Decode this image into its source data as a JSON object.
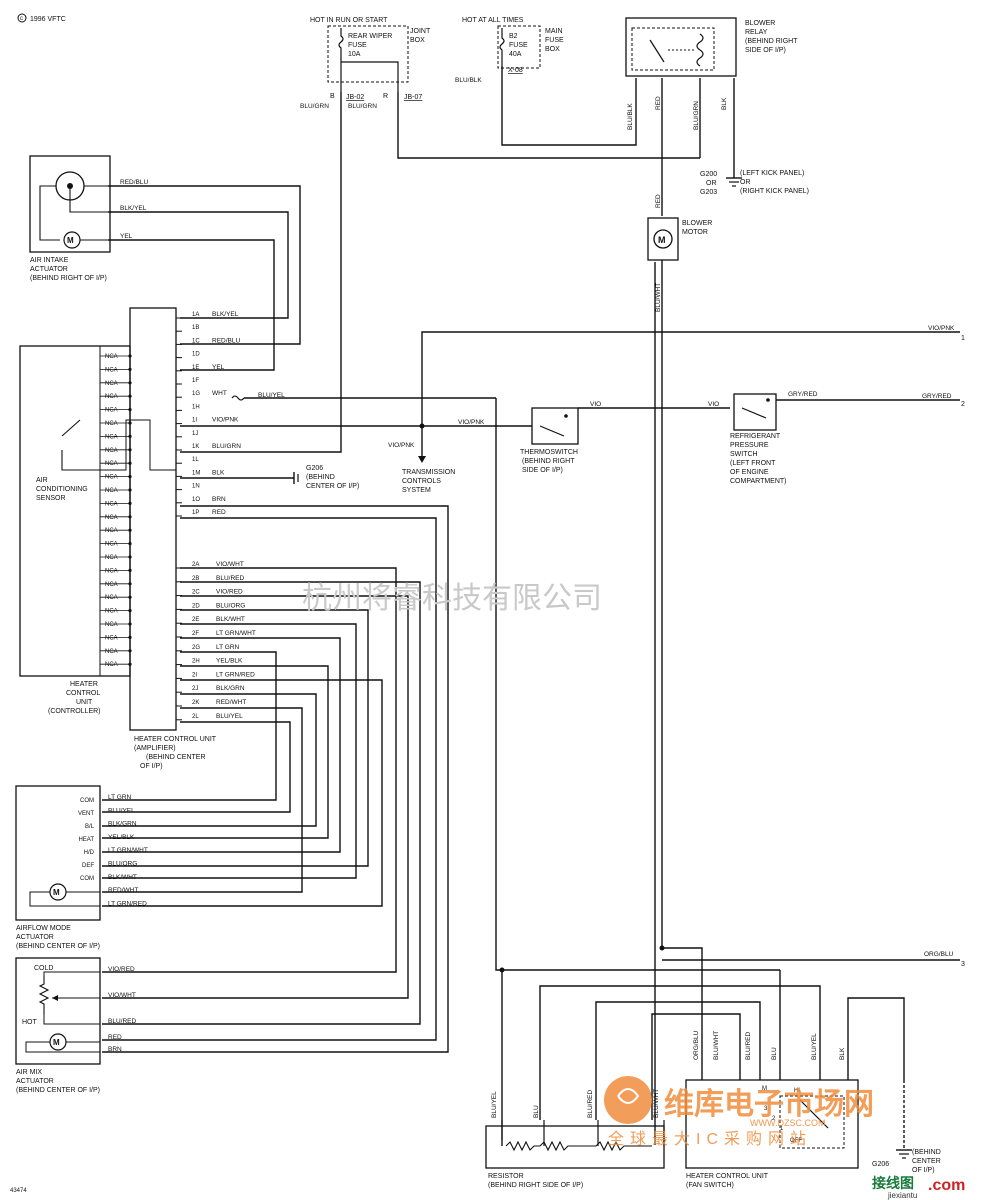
{
  "copyright": "1996 VFTC",
  "watermarks": {
    "company_cn": "杭州将睿科技有限公司",
    "logo_cn": "维库电子市场网",
    "logo_sub_cn": "全球最大IC采购网站",
    "logo_url": "WWW.DZSC.COM",
    "corner": "接线图",
    "corner_domain": "jiexiantu",
    "corner_com": ".com"
  },
  "joint_box": {
    "hot_label": "HOT IN RUN OR START",
    "fuse_lines": [
      "REAR WIPER",
      "FUSE",
      "10A"
    ],
    "box_lines": [
      "JOINT",
      "BOX"
    ],
    "pin_b": "B",
    "pin_r": "R",
    "conn_left": "JB-02",
    "conn_right": "JB-07",
    "wire_left": "BLU/GRN",
    "wire_right": "BLU/GRN"
  },
  "main_fuse_box": {
    "hot_label": "HOT AT ALL TIMES",
    "fuse_lines": [
      "B2",
      "FUSE",
      "40A"
    ],
    "box_lines": [
      "MAIN",
      "FUSE",
      "BOX"
    ],
    "conn": "X-08",
    "wire": "BLU/BLK"
  },
  "blower_relay": {
    "lines": [
      "BLOWER",
      "RELAY",
      "(BEHIND RIGHT",
      "SIDE OF I/P)"
    ],
    "wires": [
      "BLU/BLK",
      "RED",
      "BLU/GRN",
      "BLK"
    ]
  },
  "grounds_top": {
    "lines": [
      "G200",
      "OR",
      "G203"
    ],
    "desc": [
      "(LEFT KICK PANEL)",
      "OR",
      "(RIGHT KICK PANEL)"
    ]
  },
  "blower_motor": {
    "lines": [
      "BLOWER",
      "MOTOR"
    ],
    "wire_in": "RED",
    "wire_out": "BLU/WHT"
  },
  "air_intake": {
    "lines": [
      "AIR INTAKE",
      "ACTUATOR",
      "(BEHIND RIGHT OF I/P)"
    ],
    "wires": [
      "RED/BLU",
      "BLK/YEL",
      "YEL"
    ]
  },
  "ac_sensor": {
    "lines": [
      "AIR",
      "CONDITIONING",
      "SENSOR"
    ],
    "nca_label": "NCA"
  },
  "heater_unit_left": {
    "lines": [
      "HEATER",
      "CONTROL",
      "UNIT",
      "(CONTROLLER)"
    ]
  },
  "heater_amplifier": {
    "lines": [
      "HEATER CONTROL UNIT",
      "(AMPLIFIER)",
      "(BEHIND CENTER",
      "OF I/P)"
    ]
  },
  "connector1": [
    {
      "pin": "1A",
      "wire": "BLK/YEL"
    },
    {
      "pin": "1B",
      "wire": ""
    },
    {
      "pin": "1C",
      "wire": "RED/BLU"
    },
    {
      "pin": "1D",
      "wire": ""
    },
    {
      "pin": "1E",
      "wire": "YEL"
    },
    {
      "pin": "1F",
      "wire": ""
    },
    {
      "pin": "1G",
      "wire": "WHT"
    },
    {
      "pin": "1H",
      "wire": ""
    },
    {
      "pin": "1I",
      "wire": "VIO/PNK"
    },
    {
      "pin": "1J",
      "wire": ""
    },
    {
      "pin": "1K",
      "wire": "BLU/GRN"
    },
    {
      "pin": "1L",
      "wire": ""
    },
    {
      "pin": "1M",
      "wire": "BLK"
    },
    {
      "pin": "1N",
      "wire": ""
    },
    {
      "pin": "1O",
      "wire": "BRN"
    },
    {
      "pin": "1P",
      "wire": "RED"
    }
  ],
  "connector2": [
    {
      "pin": "2A",
      "wire": "VIO/WHT"
    },
    {
      "pin": "2B",
      "wire": "BLU/RED"
    },
    {
      "pin": "2C",
      "wire": "VIO/RED"
    },
    {
      "pin": "2D",
      "wire": "BLU/ORG"
    },
    {
      "pin": "2E",
      "wire": "BLK/WHT"
    },
    {
      "pin": "2F",
      "wire": "LT GRN/WHT"
    },
    {
      "pin": "2G",
      "wire": "LT GRN"
    },
    {
      "pin": "2H",
      "wire": "YEL/BLK"
    },
    {
      "pin": "2I",
      "wire": "LT GRN/RED"
    },
    {
      "pin": "2J",
      "wire": "BLK/GRN"
    },
    {
      "pin": "2K",
      "wire": "RED/WHT"
    },
    {
      "pin": "2L",
      "wire": "BLU/YEL"
    }
  ],
  "splice_1g": "BLU/YEL",
  "g206_mid": {
    "name": "G206",
    "desc": [
      "(BEHIND",
      "CENTER OF I/P)"
    ]
  },
  "transmission": {
    "wire": "VIO/PNK",
    "lines": [
      "TRANSMISSION",
      "CONTROLS",
      "SYSTEM"
    ]
  },
  "vio_pnk_mid": "VIO/PNK",
  "thermoswitch": {
    "lines": [
      "THERMOSWITCH",
      "(BEHIND RIGHT",
      "SIDE OF I/P)"
    ],
    "wire": "VIO"
  },
  "refrigerant": {
    "lines": [
      "REFRIGERANT",
      "PRESSURE",
      "SWITCH",
      "(LEFT FRONT",
      "OF ENGINE",
      "COMPARTMENT)"
    ],
    "wire_in": "VIO",
    "wire_out": "GRY/RED"
  },
  "right_exits": [
    {
      "wire": "VIO/PNK",
      "num": "1"
    },
    {
      "wire": "GRY/RED",
      "num": "2"
    },
    {
      "wire": "ORG/BLU",
      "num": "3"
    }
  ],
  "airflow": {
    "lines": [
      "AIRFLOW MODE",
      "ACTUATOR",
      "(BEHIND CENTER OF I/P)"
    ],
    "pins": [
      "COM",
      "VENT",
      "B/L",
      "HEAT",
      "H/D",
      "DEF",
      "COM"
    ],
    "wires": [
      "LT GRN",
      "BLU/YEL",
      "BLK/GRN",
      "YEL/BLK",
      "LT GRN/WHT",
      "BLU/ORG",
      "BLK/WHT",
      "RED/WHT",
      "LT GRN/RED"
    ]
  },
  "airmix": {
    "lines": [
      "AIR MIX",
      "ACTUATOR",
      "(BEHIND CENTER OF I/P)"
    ],
    "cold": "COLD",
    "hot": "HOT",
    "wires": [
      "VIO/RED",
      "VIO/WHT",
      "BLU/RED",
      "RED",
      "BRN"
    ]
  },
  "resistor": {
    "lines": [
      "RESISTOR",
      "(BEHIND RIGHT SIDE OF I/P)"
    ],
    "wires": [
      "BLU/YEL",
      "BLU",
      "BLU/RED",
      "BLU/WHT"
    ]
  },
  "fan_switch": {
    "lines": [
      "HEATER CONTROL UNIT",
      "(FAN SWITCH)"
    ],
    "wires": [
      "ORG/BLU",
      "BLU/WHT",
      "BLU/RED",
      "BLU",
      "BLU/YEL",
      "BLK"
    ],
    "positions": [
      "M",
      "HI",
      "3",
      "2",
      "1",
      "OFF"
    ]
  },
  "g206_bottom": {
    "name": "G206",
    "desc": [
      "(BEHIND",
      "CENTER",
      "OF I/P)"
    ]
  },
  "page_id": "43474"
}
